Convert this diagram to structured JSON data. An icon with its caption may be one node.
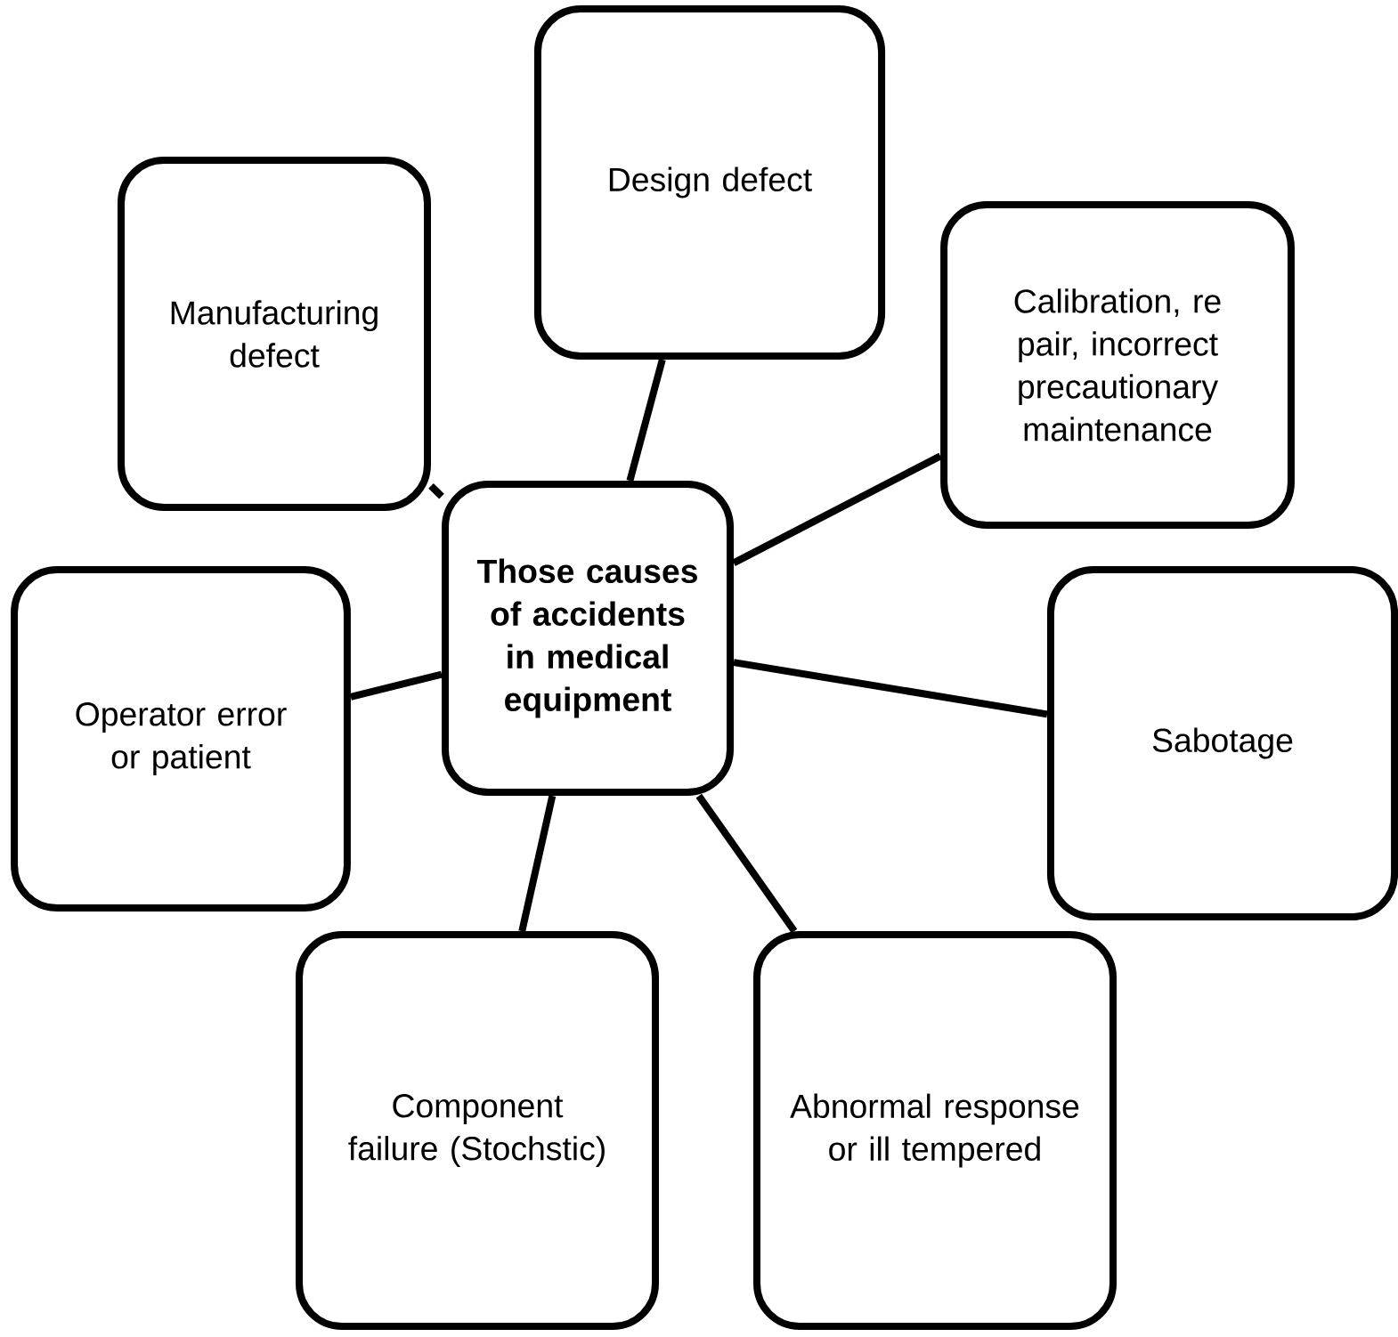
{
  "diagram": {
    "nodes": [
      {
        "text": [
          "Those causes of accidents in medical equipment"
        ]
      },
      {
        "text": [
          "Design defect"
        ]
      },
      {
        "text": [
          "Manufacturing defect"
        ]
      },
      {
        "text": [
          "Calibration, re pair, incorrect precautionary maintenance"
        ]
      },
      {
        "text": [
          "Operator error or patient"
        ]
      },
      {
        "text": [
          "Sabotage"
        ]
      },
      {
        "text": [
          "Component failure (Stochstic)"
        ]
      },
      {
        "text": [
          "Abnormal response or ill tempered"
        ]
      }
    ],
    "edges": [
      {
        "from": 0,
        "to": 1,
        "arrow": "none"
      },
      {
        "from": 0,
        "to": 2,
        "arrow": "none"
      },
      {
        "from": 0,
        "to": 3,
        "arrow": "none"
      },
      {
        "from": 0,
        "to": 4,
        "arrow": "none"
      },
      {
        "from": 0,
        "to": 5,
        "arrow": "none"
      },
      {
        "from": 0,
        "to": 6,
        "arrow": "none"
      },
      {
        "from": 0,
        "to": 7,
        "arrow": "none"
      }
    ]
  }
}
